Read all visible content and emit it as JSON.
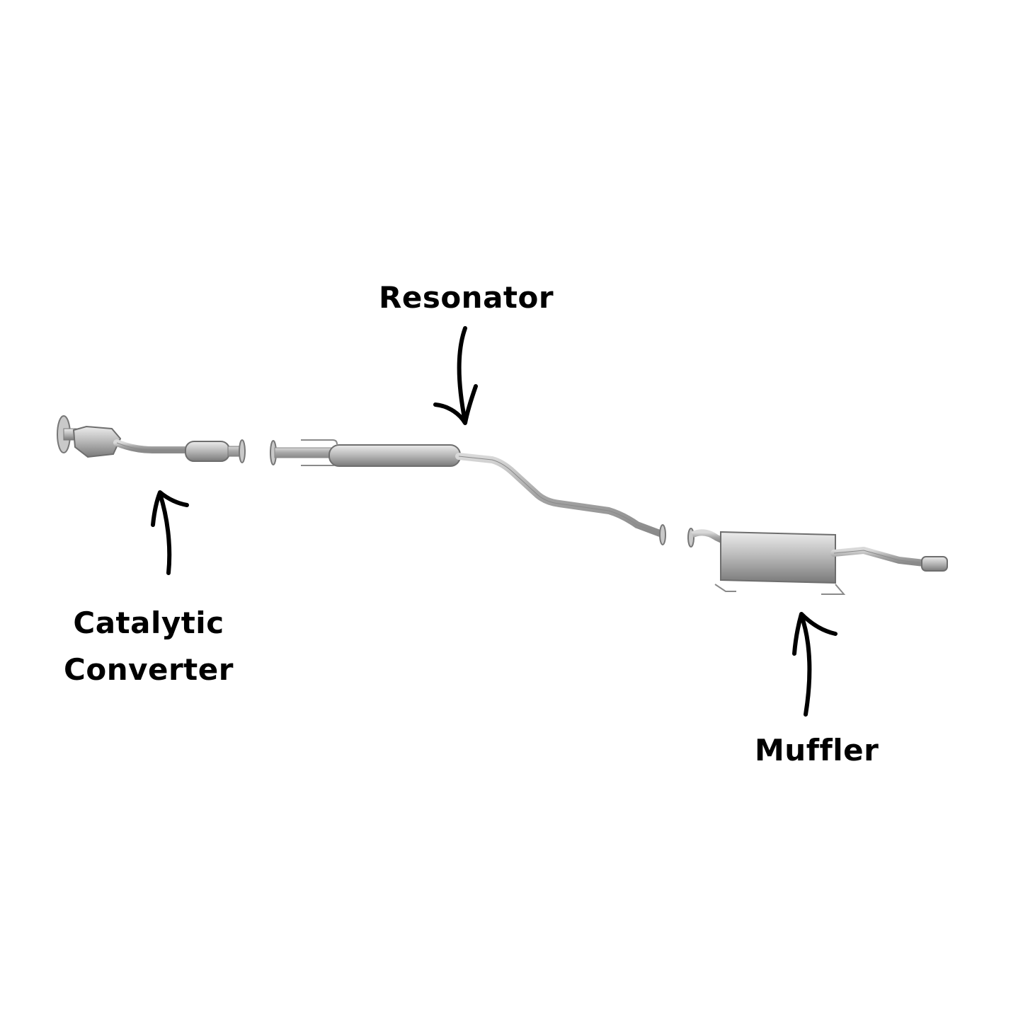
{
  "labels": {
    "resonator": "Resonator",
    "catalytic_converter_line1": "Catalytic",
    "catalytic_converter_line2": "Converter",
    "muffler": "Muffler"
  },
  "colors": {
    "background": "#ffffff",
    "text": "#000000",
    "arrow": "#000000",
    "metal_light": "#d8d8d8",
    "metal_mid": "#a9a9a9",
    "metal_dark": "#6e6e6e"
  }
}
